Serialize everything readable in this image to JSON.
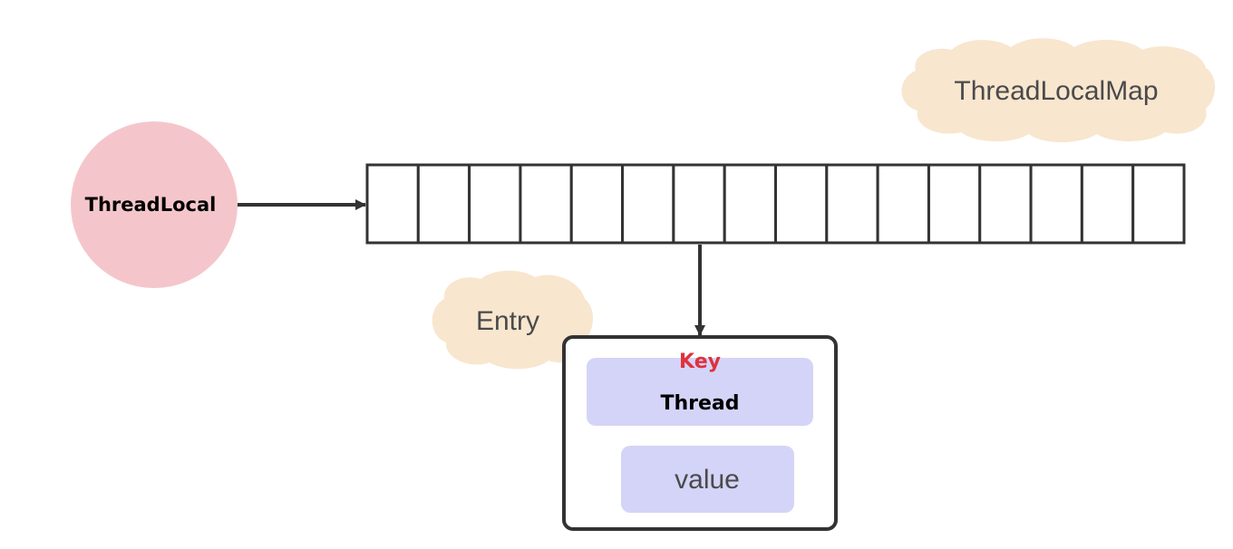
{
  "thread_local": {
    "label": "ThreadLocal",
    "fill": "#f4c6cb"
  },
  "thread_local_map": {
    "label": "ThreadLocalMap",
    "fill": "#f8e6cf",
    "slot_count": 16
  },
  "entry": {
    "label": "Entry",
    "fill": "#f8e6cf",
    "key_label": "Key",
    "key_color": "#e0323c",
    "key_value": "Thread",
    "value_label": "value",
    "field_fill": "#d4d4f8"
  },
  "colors": {
    "stroke": "#333333",
    "text": "#000000",
    "muted_text": "#4a4a4a"
  }
}
